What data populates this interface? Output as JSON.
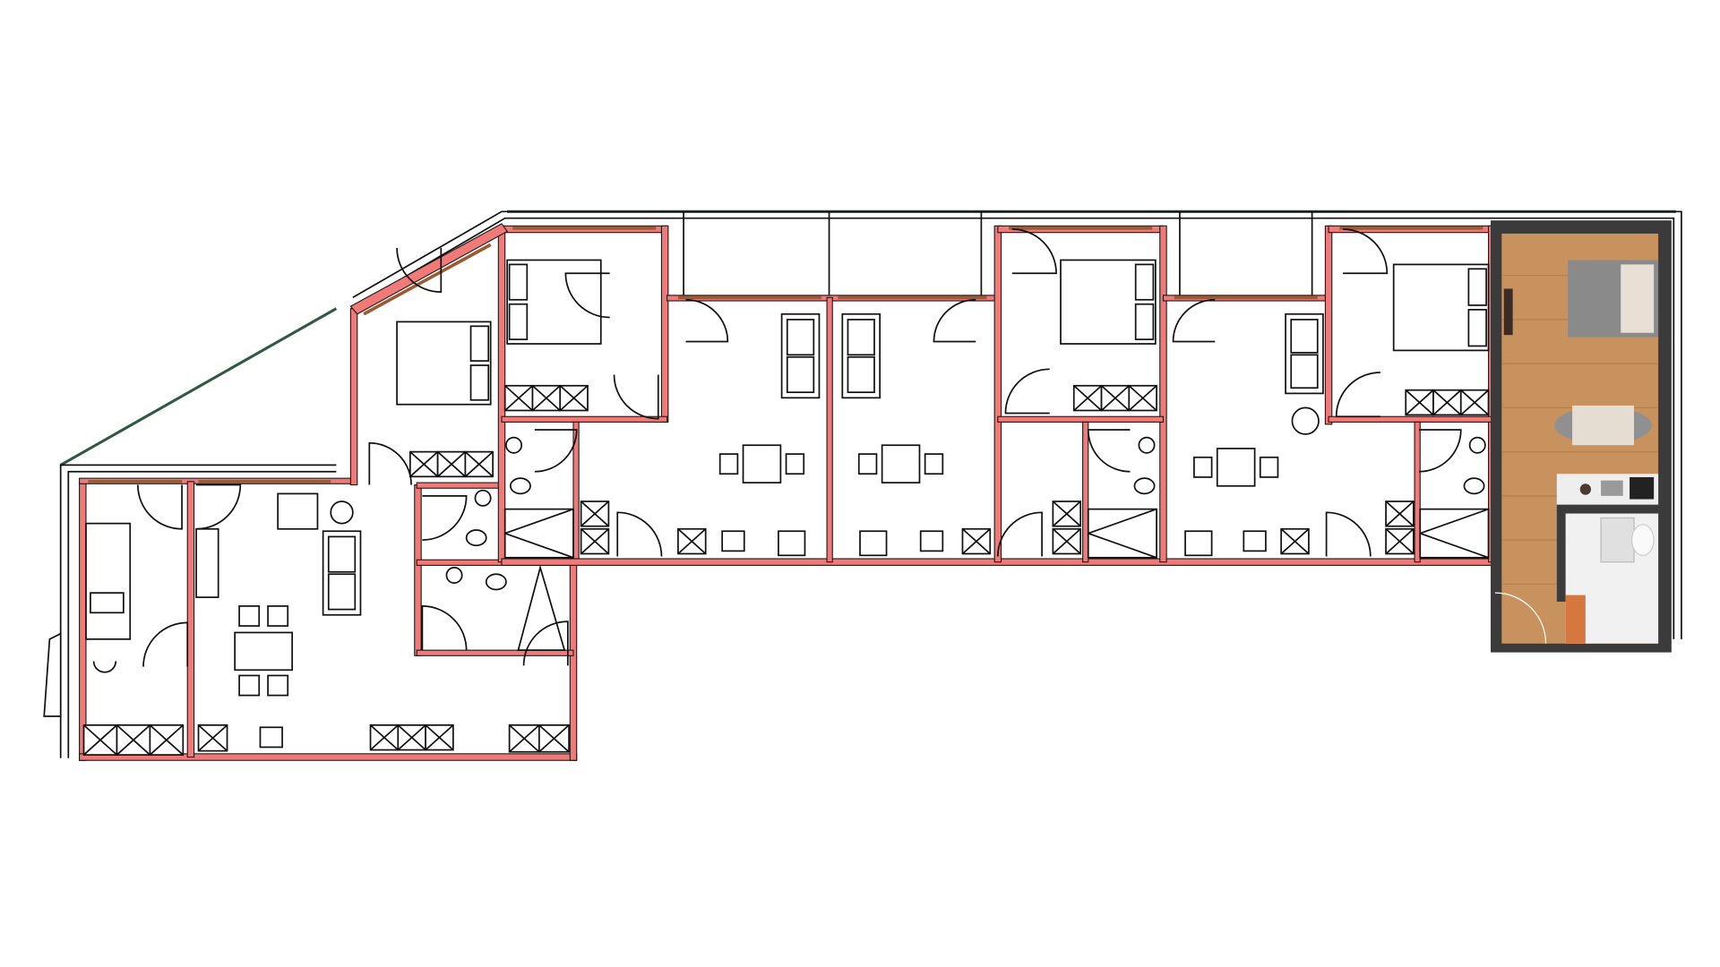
{
  "diagram": {
    "type": "floor-plan",
    "colors": {
      "wall": "#f07a78",
      "outline": "#111111",
      "window": "#9c5a33",
      "balcony_edge": "#2f5a3f",
      "furnished_unit_wall": "#3b3b3b",
      "furnished_unit_floor": "#c8925e",
      "background": "#ffffff"
    },
    "units": [
      {
        "id": "unit-west",
        "rooms": [
          "bedroom",
          "living-dining",
          "bathroom",
          "bathroom"
        ]
      },
      {
        "id": "unit-diagonal",
        "rooms": [
          "bedroom",
          "bedroom",
          "bathroom"
        ]
      },
      {
        "id": "unit-2",
        "rooms": [
          "bedroom",
          "bathroom",
          "living-kitchen"
        ]
      },
      {
        "id": "unit-3",
        "rooms": [
          "living-kitchen"
        ]
      },
      {
        "id": "unit-4",
        "rooms": [
          "bedroom",
          "bathroom",
          "living-kitchen"
        ]
      },
      {
        "id": "unit-5",
        "rooms": [
          "bedroom",
          "bathroom",
          "living-kitchen"
        ]
      },
      {
        "id": "unit-furnished",
        "rooms": [
          "studio",
          "kitchenette",
          "bathroom"
        ],
        "rendered": true
      }
    ],
    "furniture_icons": [
      "bed-icon",
      "sofa-icon",
      "dining-table-icon",
      "chair-icon",
      "wardrobe-icon",
      "toilet-icon",
      "sink-icon",
      "shower-icon",
      "kitchen-counter-icon",
      "door-swing-icon",
      "armchair-icon"
    ]
  }
}
